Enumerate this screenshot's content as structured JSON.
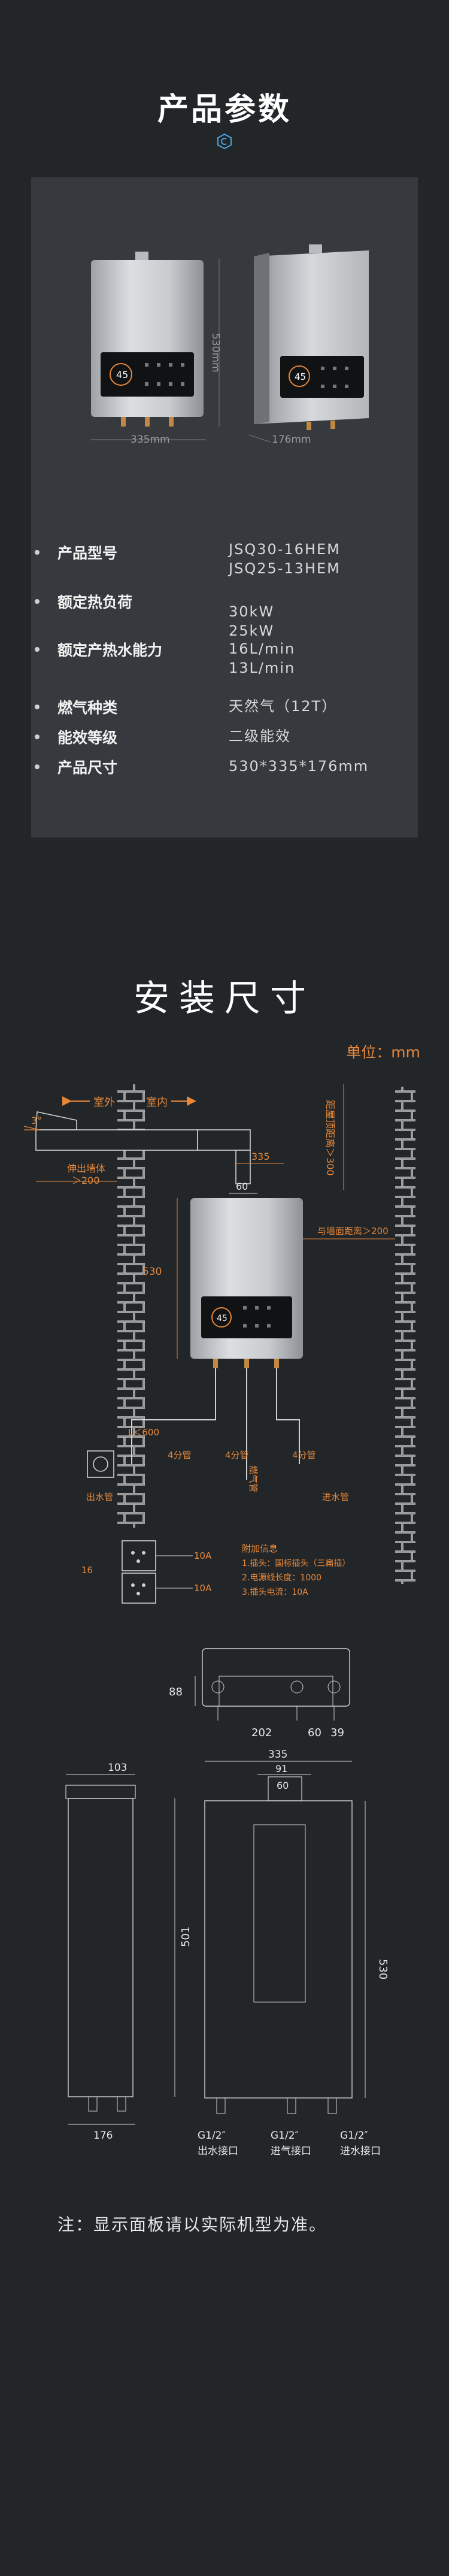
{
  "section1": {
    "title": "产品参数",
    "dims": {
      "width": "335mm",
      "height": "530mm",
      "depth": "176mm"
    },
    "display": {
      "temp_front": "45",
      "temp_side": "45"
    },
    "specs": [
      {
        "label": "产品型号",
        "values": [
          "JSQ30-16HEM",
          "JSQ25-13HEM"
        ]
      },
      {
        "label": "额定热负荷",
        "values": [
          "30kW",
          "25kW"
        ]
      },
      {
        "label": "额定产热水能力",
        "values": [
          "16L/min",
          "13L/min"
        ]
      },
      {
        "label": "燃气种类",
        "values": [
          "天然气（12T）"
        ]
      },
      {
        "label": "能效等级",
        "values": [
          "二级能效"
        ]
      },
      {
        "label": "产品尺寸",
        "values": [
          "530*335*176mm"
        ]
      }
    ]
  },
  "section2": {
    "title": "安装尺寸",
    "unit": "单位：mm",
    "labels": {
      "outdoor": "室外",
      "indoor": "室内",
      "slope": "3°",
      "extend_wall_1": "伸出墙体",
      "extend_wall_2": "＞200",
      "ceiling_dist": "距屋顶距离＞300",
      "d335": "335",
      "d60": "60",
      "side_wall": "与墙面距离＞200",
      "h530": "530",
      "l600": "L＜600",
      "pipe_left": "4分管",
      "pipe_mid": "4分管",
      "pipe_right": "4分管",
      "gas_pipe": "燃气管",
      "outlet_pipe": "出水管",
      "inlet_pipe": "进水管",
      "socket_dim": "16",
      "socket_a1": "10A",
      "socket_a2": "10A",
      "info_title": "附加信息",
      "info_1": "1.插头：国标插头（三扁插）",
      "info_2": "2.电源线长度：1000",
      "info_3": "3.插头电流：10A",
      "top_88": "88",
      "top_202": "202",
      "top_60": "60",
      "top_39": "39",
      "side_103": "103",
      "side_501": "501",
      "side_176": "176",
      "front_335": "335",
      "front_91": "91",
      "front_60": "60",
      "front_530": "530",
      "g1": "G1/2″",
      "g2": "G1/2″",
      "g3": "G1/2″",
      "port_out": "出水接口",
      "port_gas": "进气接口",
      "port_in": "进水接口",
      "heater_temp": "45"
    },
    "note": "注：显示面板请以实际机型为准。"
  }
}
